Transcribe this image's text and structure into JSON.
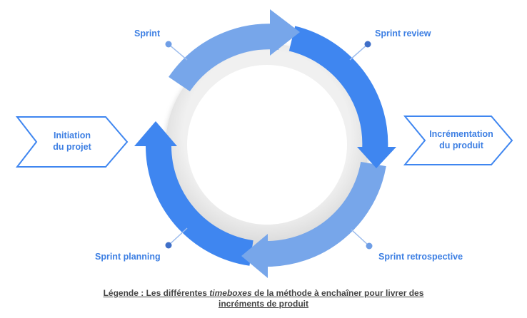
{
  "phases": {
    "sprint": "Sprint",
    "sprint_review": "Sprint review",
    "sprint_retrospective": "Sprint retrospective",
    "sprint_planning": "Sprint planning"
  },
  "initiation": {
    "line1": "Initiation",
    "line2": "du projet"
  },
  "increment": {
    "line1": "Incrémentation",
    "line2": "du produit"
  },
  "caption": {
    "prefix": "Légende : Les différentes ",
    "emphasis": "timeboxes",
    "suffix": " de la méthode à enchaîner pour livrer des",
    "line2": "incréments de produit"
  },
  "colors": {
    "ring_dark": "#3f86f0",
    "ring_light": "#77a6ea",
    "inner_disc": "#e6e6e6",
    "label_blue": "#3d7fe3",
    "connector": "#9dbcec",
    "caption_text": "#444444"
  }
}
